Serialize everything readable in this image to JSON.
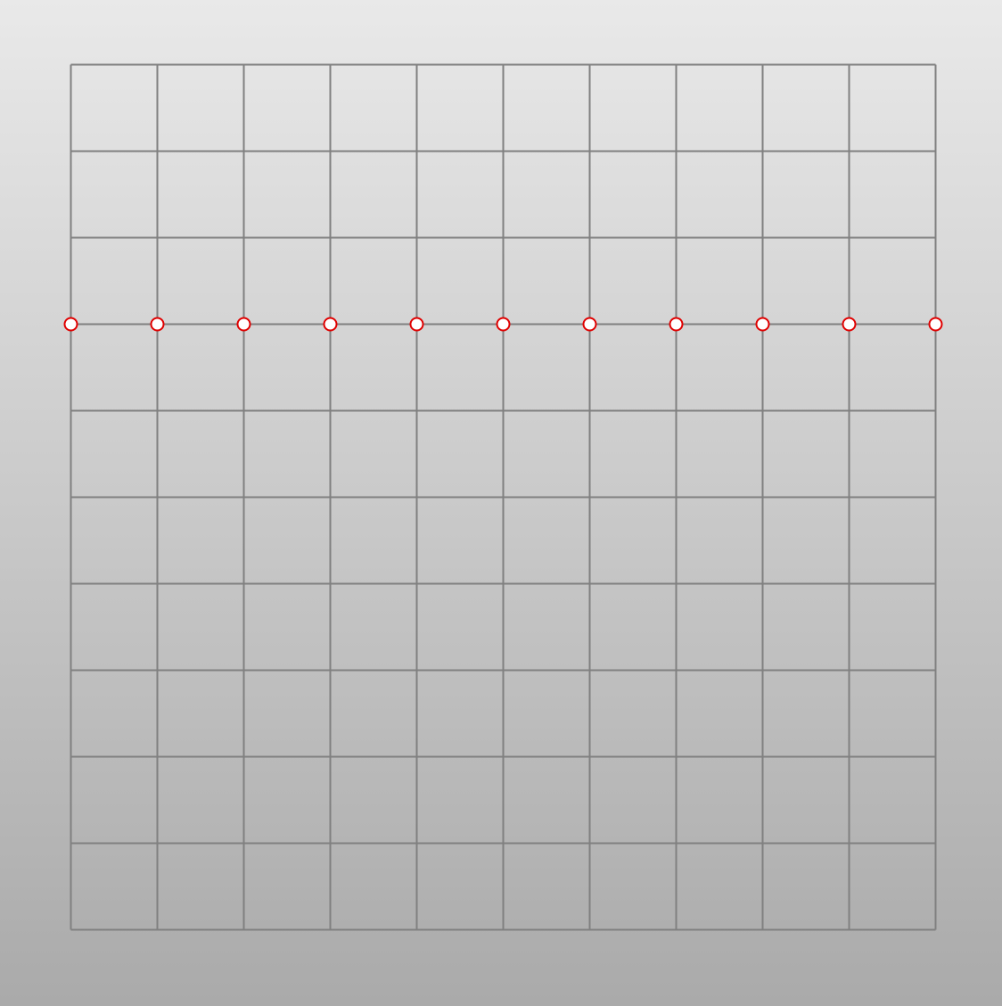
{
  "grid": {
    "columns": 10,
    "rows": 10,
    "line_color": "#808080"
  },
  "markers": {
    "row_index": 3,
    "column_indices": [
      0,
      1,
      2,
      3,
      4,
      5,
      6,
      7,
      8,
      9,
      10
    ],
    "stroke_color": "#e00000",
    "fill_color": "#ffffff"
  }
}
